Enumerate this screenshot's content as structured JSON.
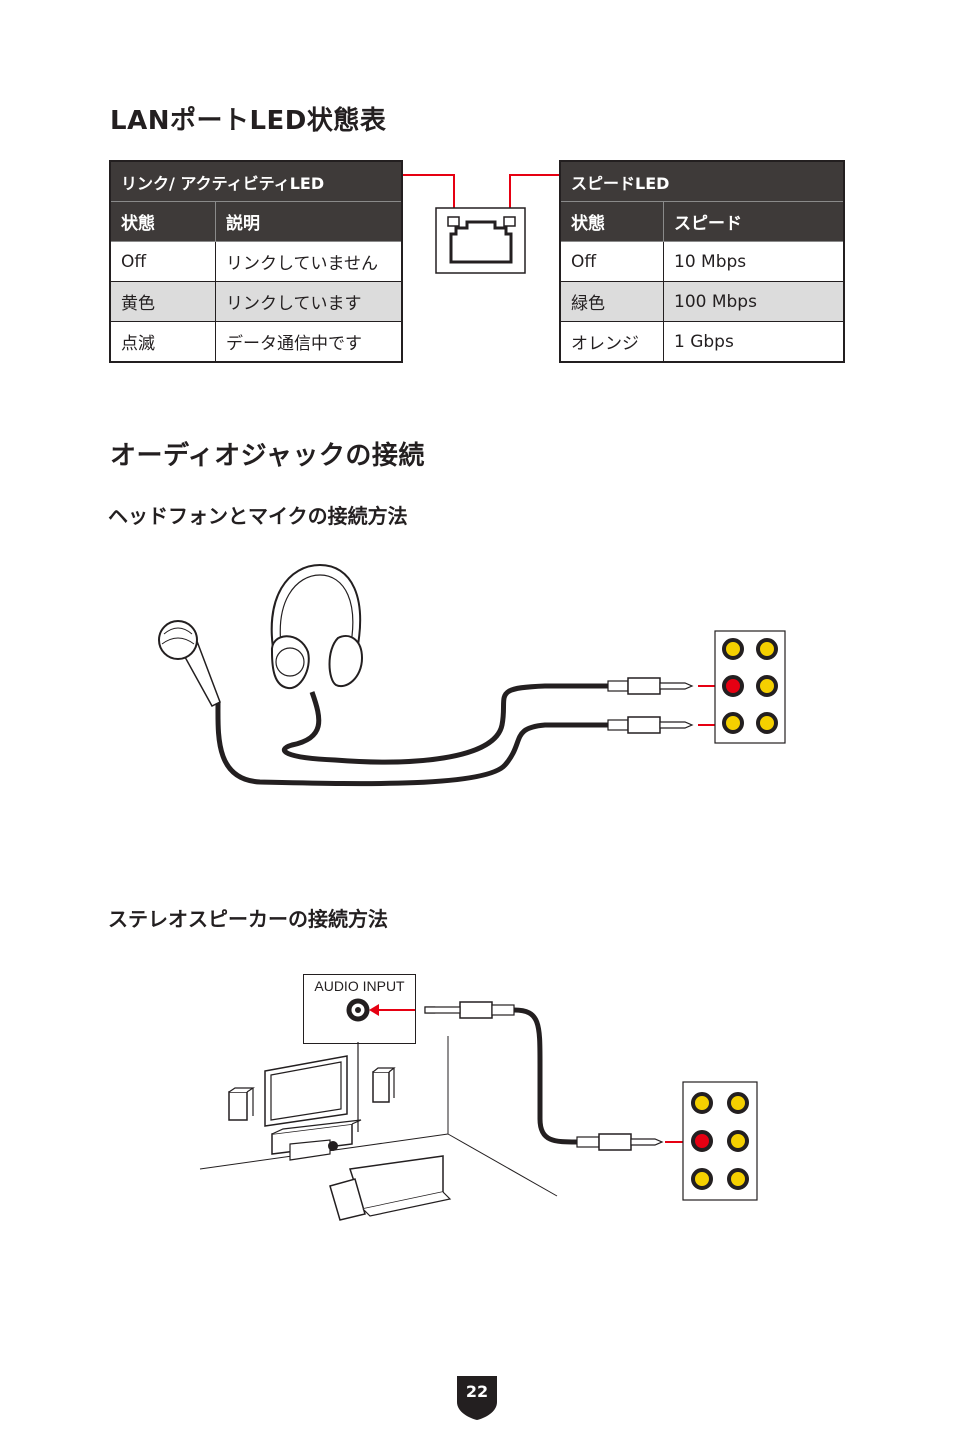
{
  "sections": {
    "lan_title": "LANポートLED状態表",
    "audio_title": "オーディオジャックの接続",
    "headphone_title": "ヘッドフォンとマイクの接続方法",
    "speaker_title": "ステレオスピーカーの接続方法"
  },
  "link_table": {
    "title": "リンク/ アクティビティLED",
    "headers": [
      "状態",
      "説明"
    ],
    "rows": [
      [
        "Off",
        "リンクしていません"
      ],
      [
        "黄色",
        "リンクしています"
      ],
      [
        "点滅",
        "データ通信中です"
      ]
    ]
  },
  "speed_table": {
    "title": "スピードLED",
    "headers": [
      "状態",
      "スピード"
    ],
    "rows": [
      [
        "Off",
        "10 Mbps"
      ],
      [
        "緑色",
        "100 Mbps"
      ],
      [
        "オレンジ",
        "1 Gbps"
      ]
    ]
  },
  "speaker_diagram": {
    "audio_input_label": "AUDIO INPUT"
  },
  "colors": {
    "accent_red": "#e60012",
    "jack_yellow": "#f5d000",
    "table_header": "#3e3a39",
    "row_gray": "#dcdcdc"
  },
  "icons": [
    "lan-port-icon",
    "microphone-icon",
    "headphones-icon",
    "audio-plug-icon",
    "audio-jack-panel-icon",
    "tv-icon",
    "speaker-icon",
    "sofa-icon",
    "receiver-icon"
  ],
  "page_number": "22"
}
